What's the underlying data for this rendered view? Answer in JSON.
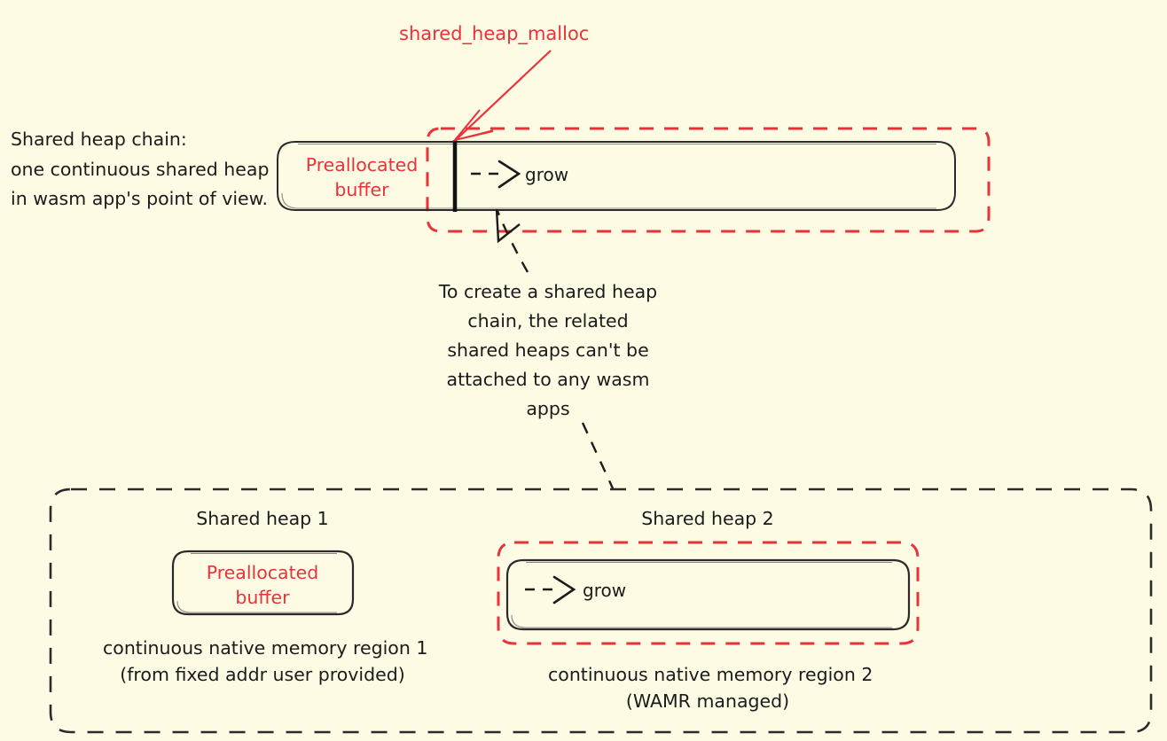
{
  "colors": {
    "background": "#fdfbe4",
    "ink": "#1b1b1b",
    "accent_red": "#e8333a"
  },
  "diagram": {
    "title_note": "Shared heap chain diagram",
    "top_view": {
      "side_note": "Shared heap chain:\none continuous shared heap\nin wasm app's point of view.",
      "callout_label": "shared_heap_malloc",
      "segment_left_label": "Preallocated\nbuffer",
      "segment_right_label": "grow"
    },
    "middle_note": "To create a shared heap\nchain, the related\nshared heaps can't be\nattached to any wasm\napps",
    "bottom_view": {
      "heap1": {
        "title": "Shared heap 1",
        "box_label": "Preallocated\nbuffer",
        "caption": "continuous native memory region 1\n(from fixed addr user provided)"
      },
      "heap2": {
        "title": "Shared heap 2",
        "box_label": "grow",
        "caption": "continuous native memory region 2\n(WAMR managed)"
      }
    }
  }
}
